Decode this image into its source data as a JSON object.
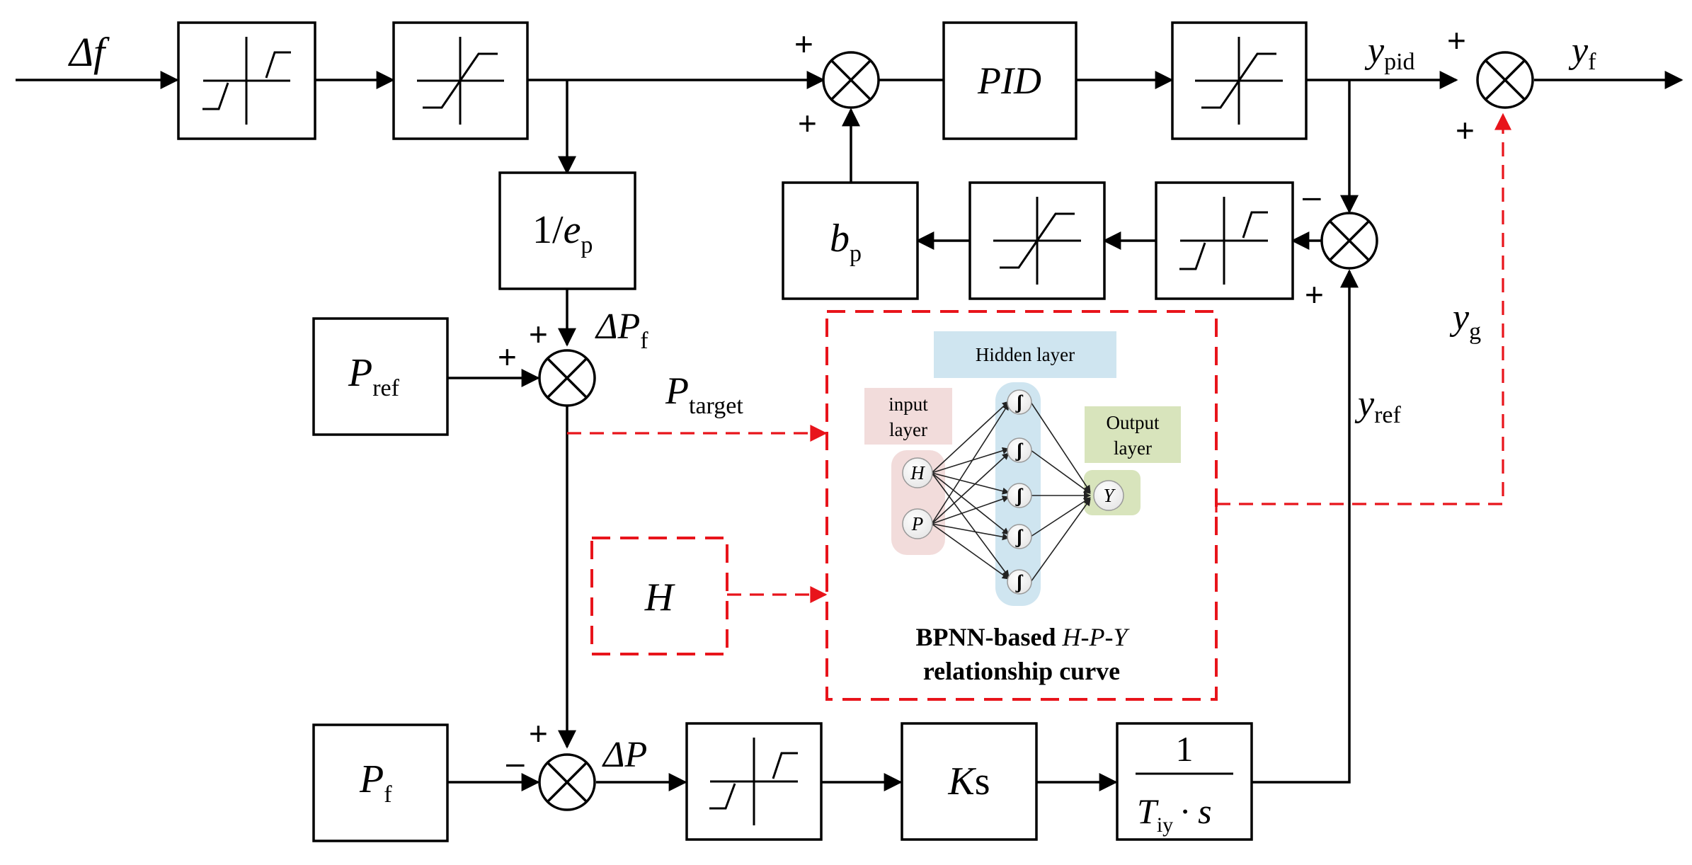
{
  "signals": {
    "delta_f": "Δf",
    "y_pid_main": "y",
    "y_pid_sub": "pid",
    "y_f_main": "y",
    "y_f_sub": "f",
    "y_g_main": "y",
    "y_g_sub": "g",
    "y_ref_main": "y",
    "y_ref_sub": "ref",
    "delta_pf_main": "ΔP",
    "delta_pf_sub": "f",
    "p_target_main": "P",
    "p_target_sub": "target",
    "delta_p": "ΔP"
  },
  "blocks": {
    "pid": "PID",
    "ep_num": "1/",
    "ep_main": "e",
    "ep_sub": "p",
    "bp_main": "b",
    "bp_sub": "p",
    "pref_main": "P",
    "pref_sub": "ref",
    "pf_main": "P",
    "pf_sub": "f",
    "h": "H",
    "ks_k": "K",
    "ks_s": "s",
    "tiy_num": "1",
    "tiy_main": "T",
    "tiy_sub": "iy",
    "tiy_dot_s": "· s"
  },
  "signs": {
    "plus": "+",
    "minus": "–"
  },
  "nn": {
    "hidden_layer": "Hidden layer",
    "input_layer_1": "input",
    "input_layer_2": "layer",
    "output_layer_1": "Output",
    "output_layer_2": "layer",
    "input_h": "H",
    "input_p": "P",
    "output_y": "Y",
    "neuron_symbol": "ʃ",
    "caption_1_bold": "BPNN-based ",
    "caption_1_italic": "H-P-Y",
    "caption_2": "relationship curve"
  },
  "colors": {
    "feedback_red": "#e8141b",
    "hidden_layer_bg": "#cfe5f0",
    "input_layer_bg": "#f2dcdb",
    "output_layer_bg": "#d8e4bc"
  }
}
